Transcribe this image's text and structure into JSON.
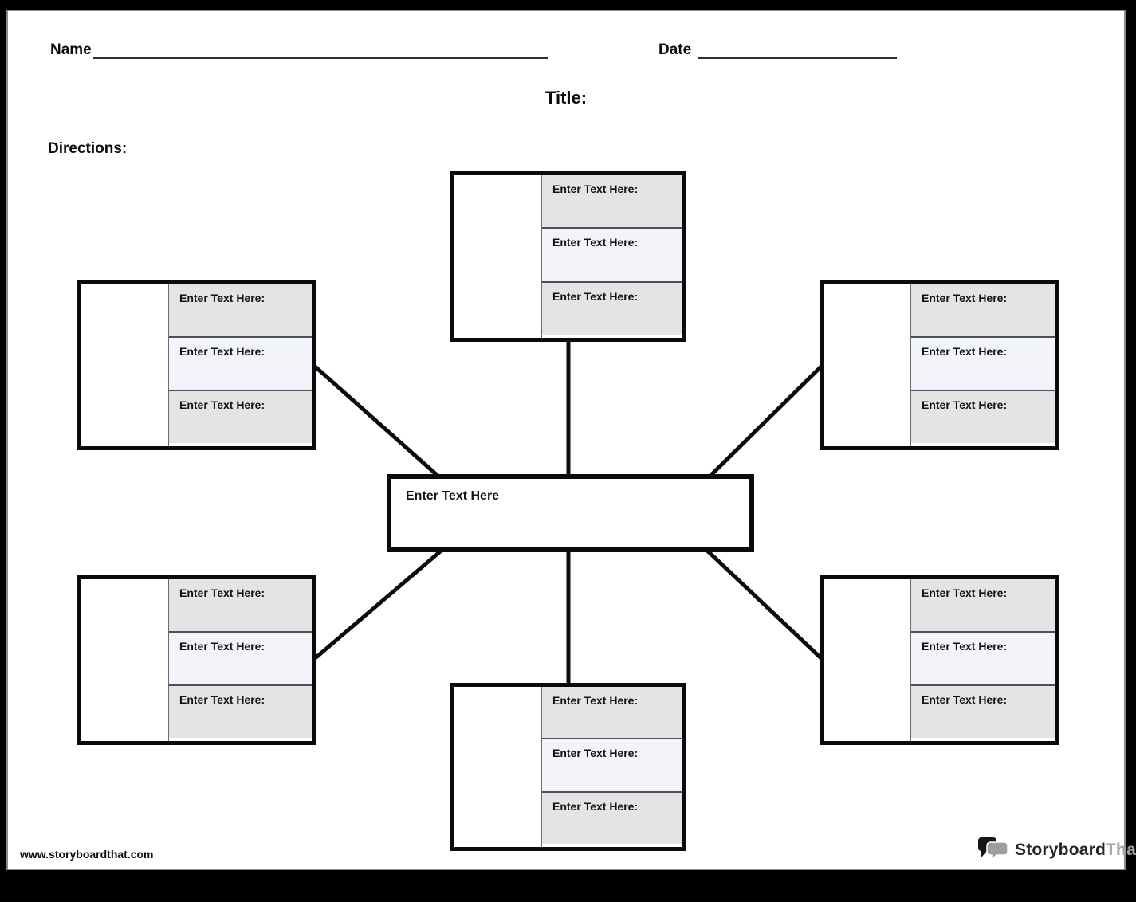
{
  "header": {
    "name_label": "Name",
    "date_label": "Date",
    "title_label": "Title:",
    "directions_label": "Directions:"
  },
  "diagram": {
    "center": {
      "label": "Enter Text Here"
    },
    "spokes": [
      {
        "name": "top-center",
        "rows": [
          "Enter Text Here:",
          "Enter Text Here:",
          "Enter Text Here:"
        ]
      },
      {
        "name": "middle-left",
        "rows": [
          "Enter Text Here:",
          "Enter Text Here:",
          "Enter Text Here:"
        ]
      },
      {
        "name": "middle-right",
        "rows": [
          "Enter Text Here:",
          "Enter Text Here:",
          "Enter Text Here:"
        ]
      },
      {
        "name": "bottom-left",
        "rows": [
          "Enter Text Here:",
          "Enter Text Here:",
          "Enter Text Here:"
        ]
      },
      {
        "name": "bottom-right",
        "rows": [
          "Enter Text Here:",
          "Enter Text Here:",
          "Enter Text Here:"
        ]
      },
      {
        "name": "bottom-center",
        "rows": [
          "Enter Text Here:",
          "Enter Text Here:",
          "Enter Text Here:"
        ]
      }
    ]
  },
  "footer": {
    "url": "www.storyboardthat.com",
    "logo_text_primary": "Storyboard",
    "logo_text_secondary": "That"
  },
  "colors": {
    "row_gray": "#e4e4e4",
    "row_blue_tint": "#f2f4f9",
    "connector_black": "#0b0b0b",
    "logo_gray": "#a3a3a3",
    "page_edge_gray": "#8a8a8a"
  }
}
